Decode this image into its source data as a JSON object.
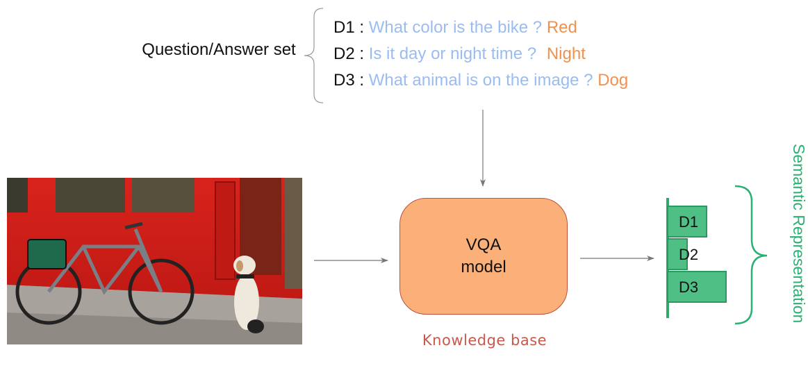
{
  "qa_set_label": "Question/Answer set",
  "qa_items": [
    {
      "id": "D1",
      "sep": ":",
      "question": "What color is the bike ?",
      "answer": "Red"
    },
    {
      "id": "D2",
      "sep": ":",
      "question": "Is it day or night time ?",
      "answer": "Night"
    },
    {
      "id": "D3",
      "sep": ":",
      "question": "What animal is on the image ?",
      "answer": "Dog"
    }
  ],
  "model": {
    "line1": "VQA",
    "line2": "model"
  },
  "knowledge_base_label": "Knowledge base",
  "bars": [
    {
      "label": "D1",
      "value": 2
    },
    {
      "label": "D2",
      "value": 1
    },
    {
      "label": "D3",
      "value": 3
    }
  ],
  "semantic_label": "Semantic Representation",
  "colors": {
    "question": "#9bbcf0",
    "answer": "#f0914f",
    "model_fill": "#fbb07a",
    "model_border": "#c0503c",
    "knowledge_base": "#c9584c",
    "bars": "#4fbf86",
    "semantic": "#2bb073"
  }
}
